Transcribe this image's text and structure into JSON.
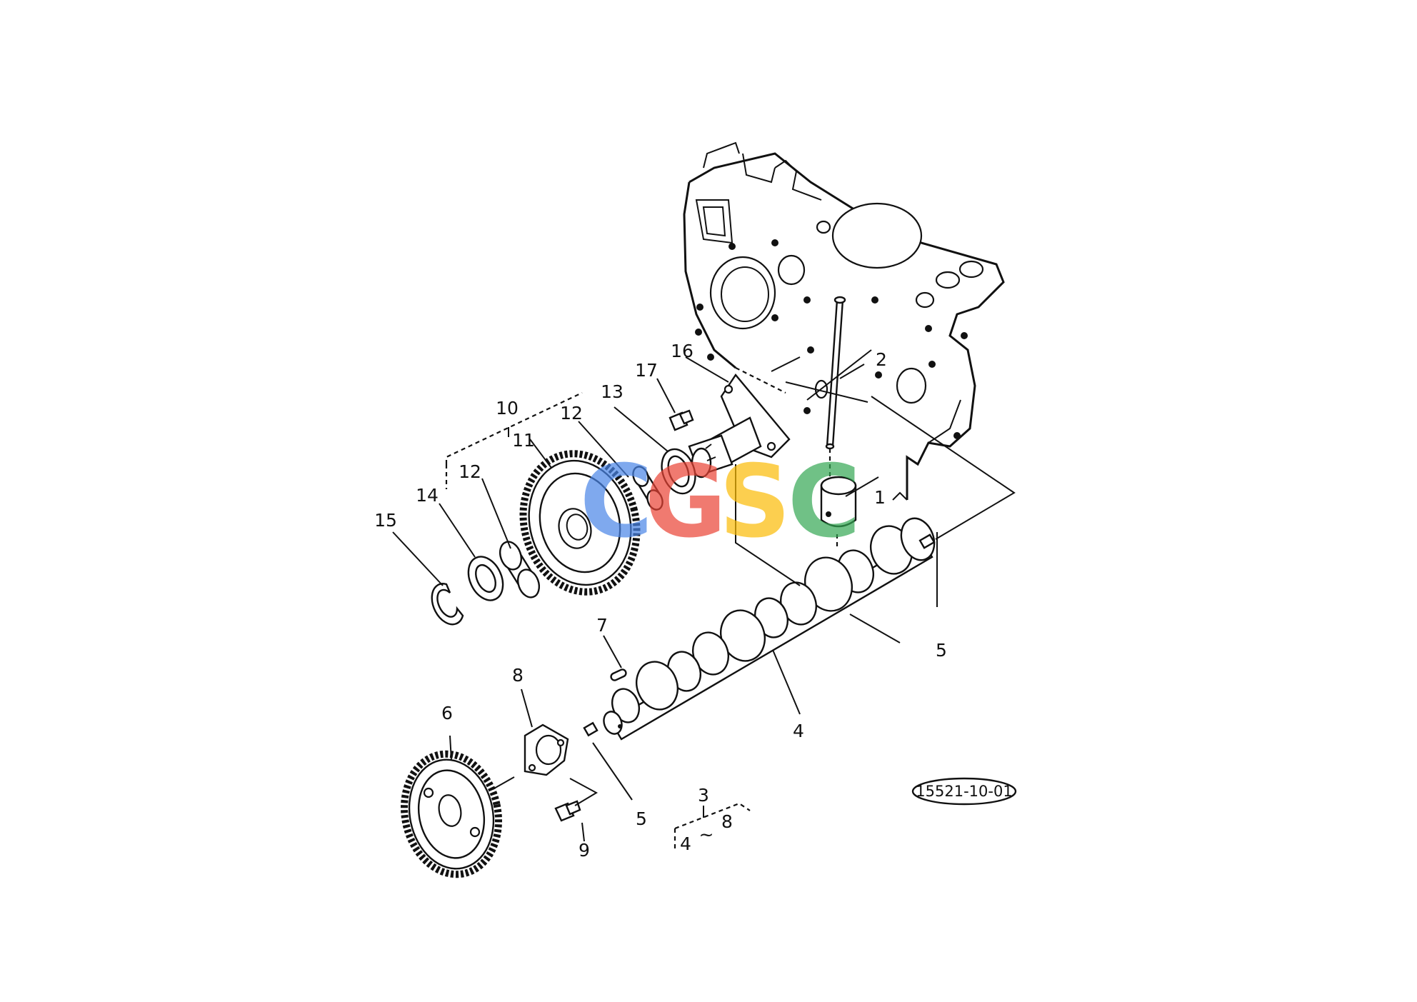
{
  "diagram": {
    "reference_code": "15521-10-01",
    "watermark": {
      "letters": [
        "C",
        "G",
        "S",
        "C"
      ],
      "colors": [
        "#4a86e8",
        "#ea4335",
        "#fbbc05",
        "#34a853"
      ]
    },
    "callouts": {
      "c1": "1",
      "c2": "2",
      "c3": "3",
      "c4a": "4",
      "c4b": "4",
      "c5a": "5",
      "c5b": "5",
      "c6": "6",
      "c7": "7",
      "c8a": "8",
      "c8b": "8",
      "c9": "9",
      "c10": "10",
      "c11": "11",
      "c12a": "12",
      "c12b": "12",
      "c13": "13",
      "c14": "14",
      "c15": "15",
      "c16": "16",
      "c17": "17"
    },
    "range_separator": "~"
  }
}
